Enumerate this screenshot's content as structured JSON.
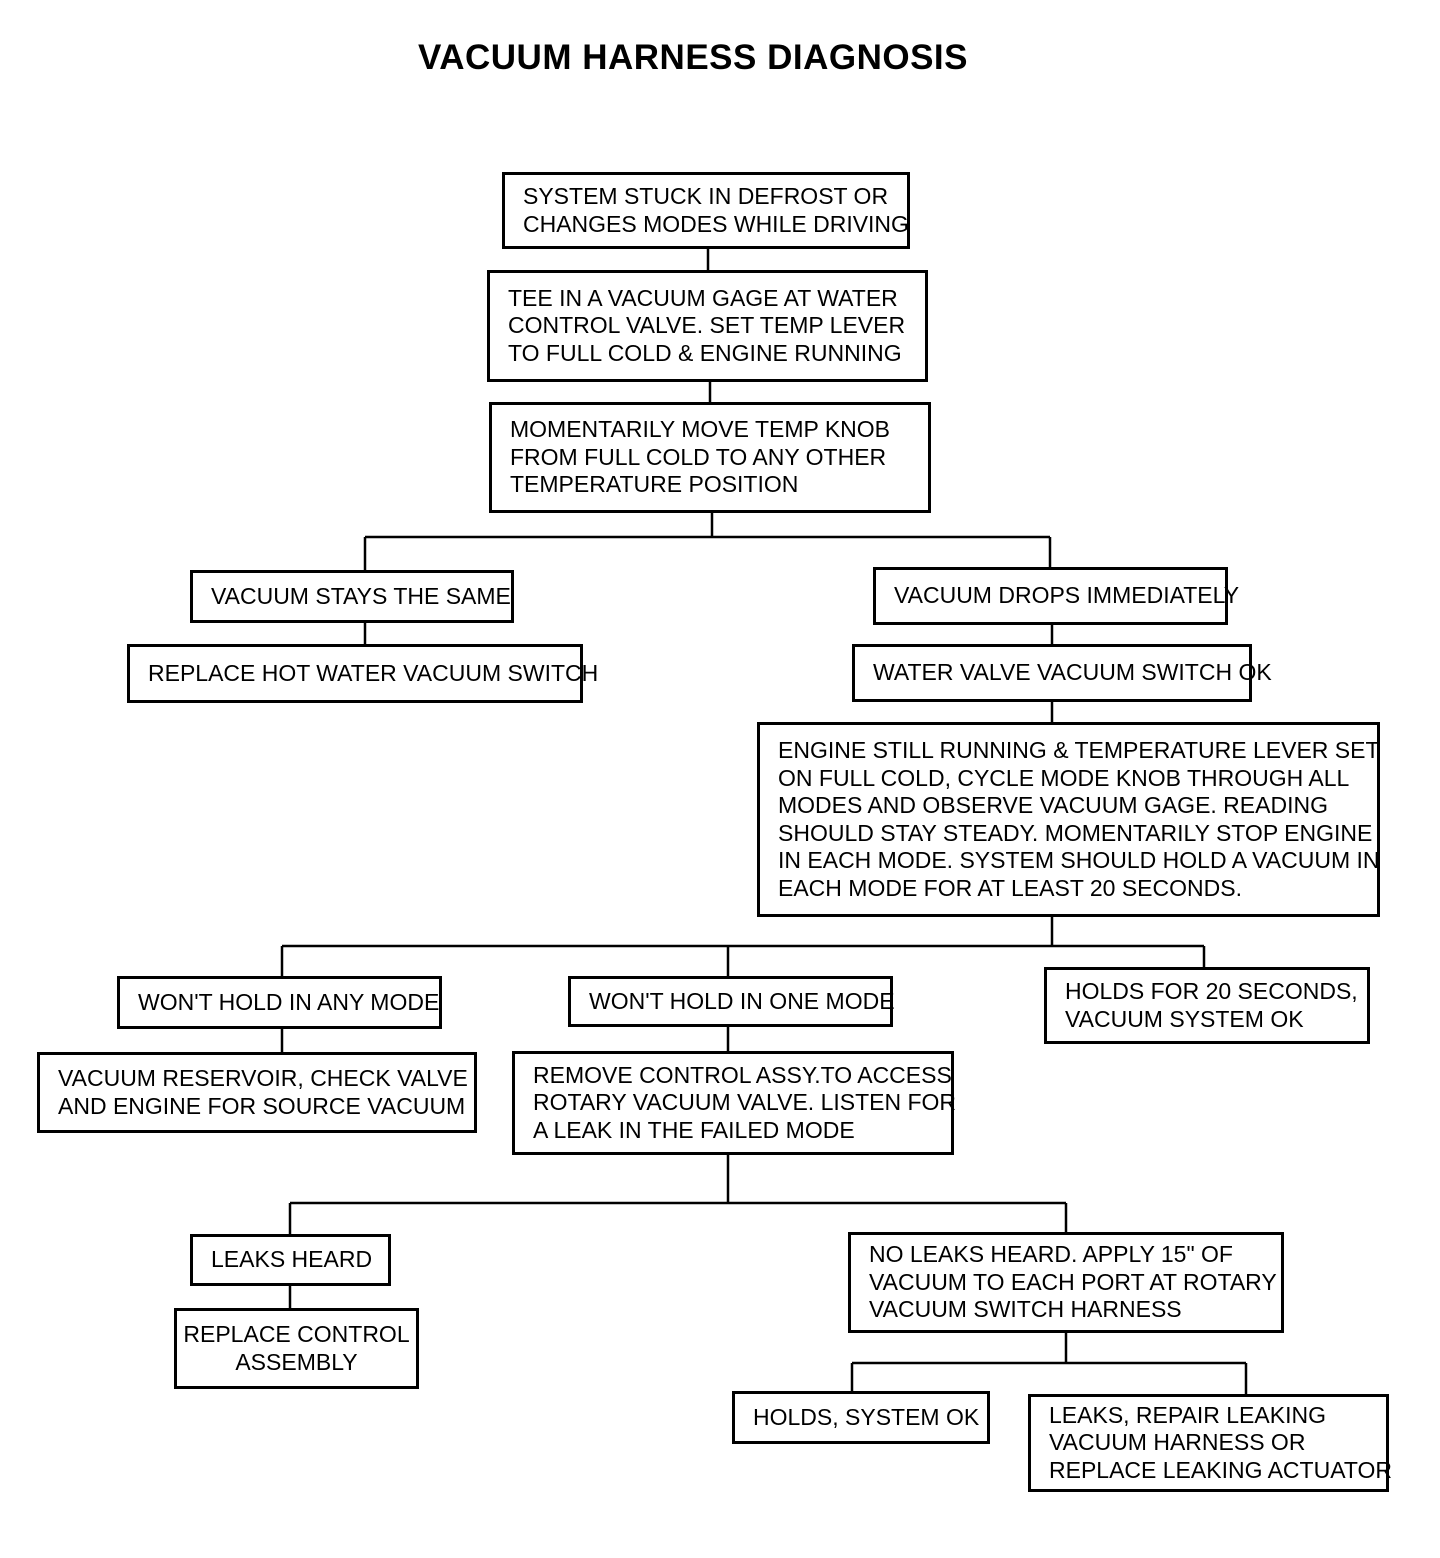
{
  "title": "VACUUM HARNESS DIAGNOSIS",
  "nodes": {
    "n1": [
      "SYSTEM STUCK IN DEFROST OR",
      "CHANGES MODES WHILE DRIVING"
    ],
    "n2": [
      "TEE IN A VACUUM GAGE AT WATER",
      "CONTROL VALVE. SET TEMP LEVER",
      "TO FULL COLD & ENGINE RUNNING"
    ],
    "n3": [
      "MOMENTARILY MOVE TEMP KNOB",
      "FROM FULL COLD TO ANY OTHER",
      "TEMPERATURE POSITION"
    ],
    "n4": [
      "VACUUM STAYS THE SAME"
    ],
    "n5": [
      "REPLACE HOT WATER VACUUM SWITCH"
    ],
    "n6": [
      "VACUUM DROPS IMMEDIATELY"
    ],
    "n7": [
      "WATER VALVE VACUUM SWITCH OK"
    ],
    "n8": [
      "ENGINE STILL RUNNING & TEMPERATURE LEVER SET",
      "ON FULL COLD, CYCLE MODE KNOB THROUGH ALL",
      "MODES AND OBSERVE VACUUM GAGE. READING",
      "SHOULD STAY STEADY. MOMENTARILY STOP ENGINE",
      "IN EACH MODE. SYSTEM SHOULD HOLD A VACUUM IN",
      "EACH MODE FOR AT LEAST 20 SECONDS."
    ],
    "n9": [
      "WON'T HOLD IN ANY MODE"
    ],
    "n10": [
      "VACUUM RESERVOIR, CHECK VALVE",
      "AND ENGINE FOR SOURCE VACUUM"
    ],
    "n11": [
      "WON'T HOLD IN ONE MODE"
    ],
    "n12": [
      "REMOVE CONTROL ASSY.TO ACCESS",
      "ROTARY VACUUM VALVE. LISTEN FOR",
      "A LEAK IN THE FAILED MODE"
    ],
    "n13": [
      "HOLDS FOR 20 SECONDS,",
      "VACUUM SYSTEM OK"
    ],
    "n14": [
      "LEAKS HEARD"
    ],
    "n15": [
      "REPLACE CONTROL",
      "ASSEMBLY"
    ],
    "n16": [
      "NO LEAKS HEARD. APPLY 15\" OF",
      "VACUUM TO EACH PORT AT ROTARY",
      "VACUUM SWITCH HARNESS"
    ],
    "n17": [
      "HOLDS, SYSTEM OK"
    ],
    "n18": [
      "LEAKS, REPAIR LEAKING",
      "VACUUM HARNESS OR",
      "REPLACE LEAKING ACTUATOR"
    ]
  }
}
